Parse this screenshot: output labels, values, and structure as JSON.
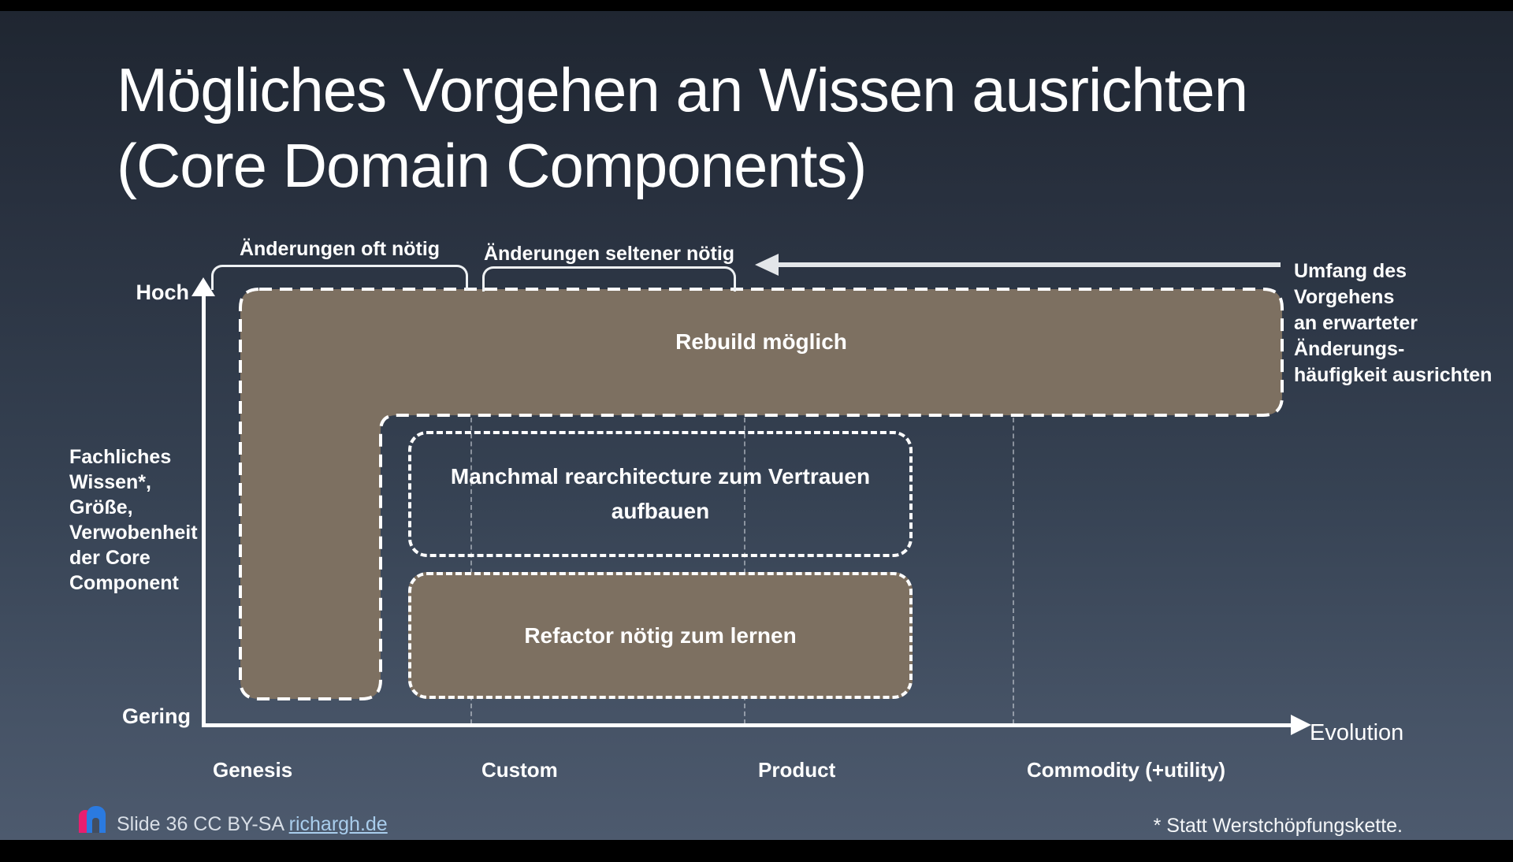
{
  "title": {
    "line1": "Mögliches Vorgehen an Wissen ausrichten",
    "line2": "(Core Domain Components)"
  },
  "annotations": {
    "bracket_left_label": "Änderungen oft nötig",
    "bracket_right_label": "Änderungen seltener nötig",
    "scope_note": {
      "line1": "Umfang des Vorgehens",
      "line2": "an erwarteter Änderungs-",
      "line3": "häufigkeit ausrichten"
    }
  },
  "boxes": {
    "rebuild": "Rebuild möglich",
    "rearchitecture": {
      "line1": "Manchmal rearchitecture zum Vertrauen",
      "line2": "aufbauen"
    },
    "refactor": "Refactor nötig zum lernen"
  },
  "y_axis": {
    "high": "Hoch",
    "low": "Gering",
    "label_lines": [
      "Fachliches",
      "Wissen*,",
      "Größe,",
      "Verwobenheit",
      "der Core",
      "Component"
    ]
  },
  "x_axis": {
    "label": "Evolution",
    "stages": [
      "Genesis",
      "Custom",
      "Product",
      "Commodity (+utility)"
    ]
  },
  "footer": {
    "credit_prefix": "Slide 36 CC BY-SA ",
    "credit_link": "richargh.de",
    "footnote": "* Statt Werstchöpfungskette."
  },
  "colors": {
    "background_top": "#1f2631",
    "background_bottom": "#4d5a6e",
    "region_fill": "#7d7061",
    "dashed_border": "#ffffff",
    "text": "#ffffff",
    "link": "#a9cdec",
    "logo_pink": "#e81e6f",
    "logo_blue": "#2b7ae0",
    "arrow": "#e3e6e9"
  }
}
